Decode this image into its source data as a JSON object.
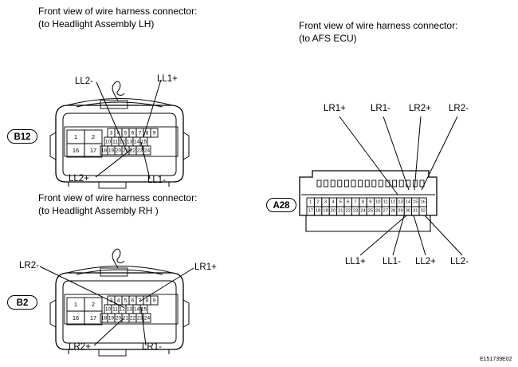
{
  "connectors": {
    "b12": {
      "caption_line1": "Front view of wire harness connector:",
      "caption_line2": "(to Headlight Assembly LH)",
      "id": "B12",
      "big_pins": [
        "1",
        "2",
        "16",
        "17"
      ],
      "row1": [
        "3",
        "4",
        "5",
        "6",
        "7",
        "8",
        "9"
      ],
      "row2": [
        "10",
        "11",
        "12",
        "13",
        "14",
        "15"
      ],
      "row3": [
        "18",
        "19",
        "20",
        "21",
        "22",
        "23",
        "24"
      ],
      "labels": {
        "top_left": "LL2-",
        "top_right": "LL1+",
        "bottom_left": "LL2+",
        "bottom_right": "LL1-"
      }
    },
    "b2": {
      "caption_line1": "Front view of wire harness connector:",
      "caption_line2": "(to Headlight Assembly RH )",
      "id": "B2",
      "big_pins": [
        "1",
        "2",
        "16",
        "17"
      ],
      "row1": [
        "3",
        "4",
        "5",
        "6",
        "7",
        "8",
        "9"
      ],
      "row2": [
        "10",
        "11",
        "12",
        "13",
        "14",
        "15"
      ],
      "row3": [
        "18",
        "19",
        "20",
        "21",
        "22",
        "23",
        "24"
      ],
      "labels": {
        "top_left": "LR2-",
        "top_right": "LR1+",
        "bottom_left": "LR2+",
        "bottom_right": "LR1-"
      }
    },
    "a28": {
      "caption_line1": "Front view of wire harness connector:",
      "caption_line2": "(to AFS ECU)",
      "id": "A28",
      "row1": [
        "1",
        "2",
        "3",
        "4",
        "5",
        "6",
        "7",
        "8",
        "9",
        "10",
        "11",
        "12",
        "13",
        "14",
        "15",
        "16"
      ],
      "row2": [
        "17",
        "18",
        "19",
        "20",
        "21",
        "22",
        "23",
        "24",
        "25",
        "26",
        "27",
        "28",
        "29",
        "30",
        "31",
        "32"
      ],
      "labels_top": [
        "LR1+",
        "LR1-",
        "LR2+",
        "LR2-"
      ],
      "labels_bottom": [
        "LL1+",
        "LL1-",
        "LL2+",
        "LL2-"
      ]
    }
  },
  "figure_id": "E151739E02"
}
